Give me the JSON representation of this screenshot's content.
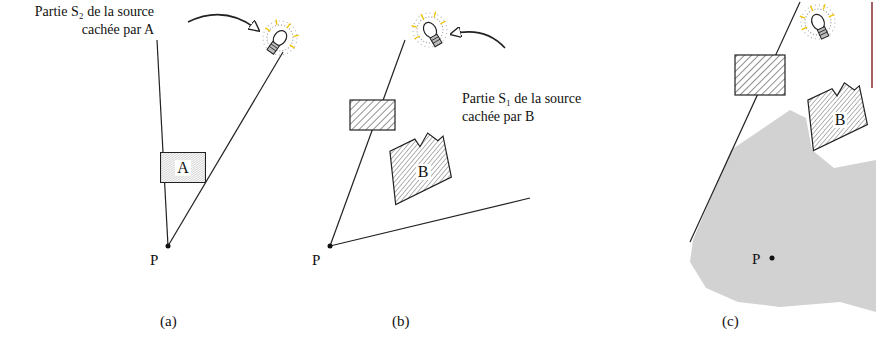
{
  "diagram": {
    "nodes": [
      {
        "text": [
          "A"
        ]
      },
      {
        "text": [
          "B"
        ]
      },
      {
        "text": [
          "B"
        ]
      }
    ],
    "labels": [
      "Partie S₂ de la source cachée par A",
      "P",
      "(a)",
      "Partie S₁ de la source cachée par B",
      "P",
      "(b)",
      "P",
      "(c)"
    ]
  }
}
